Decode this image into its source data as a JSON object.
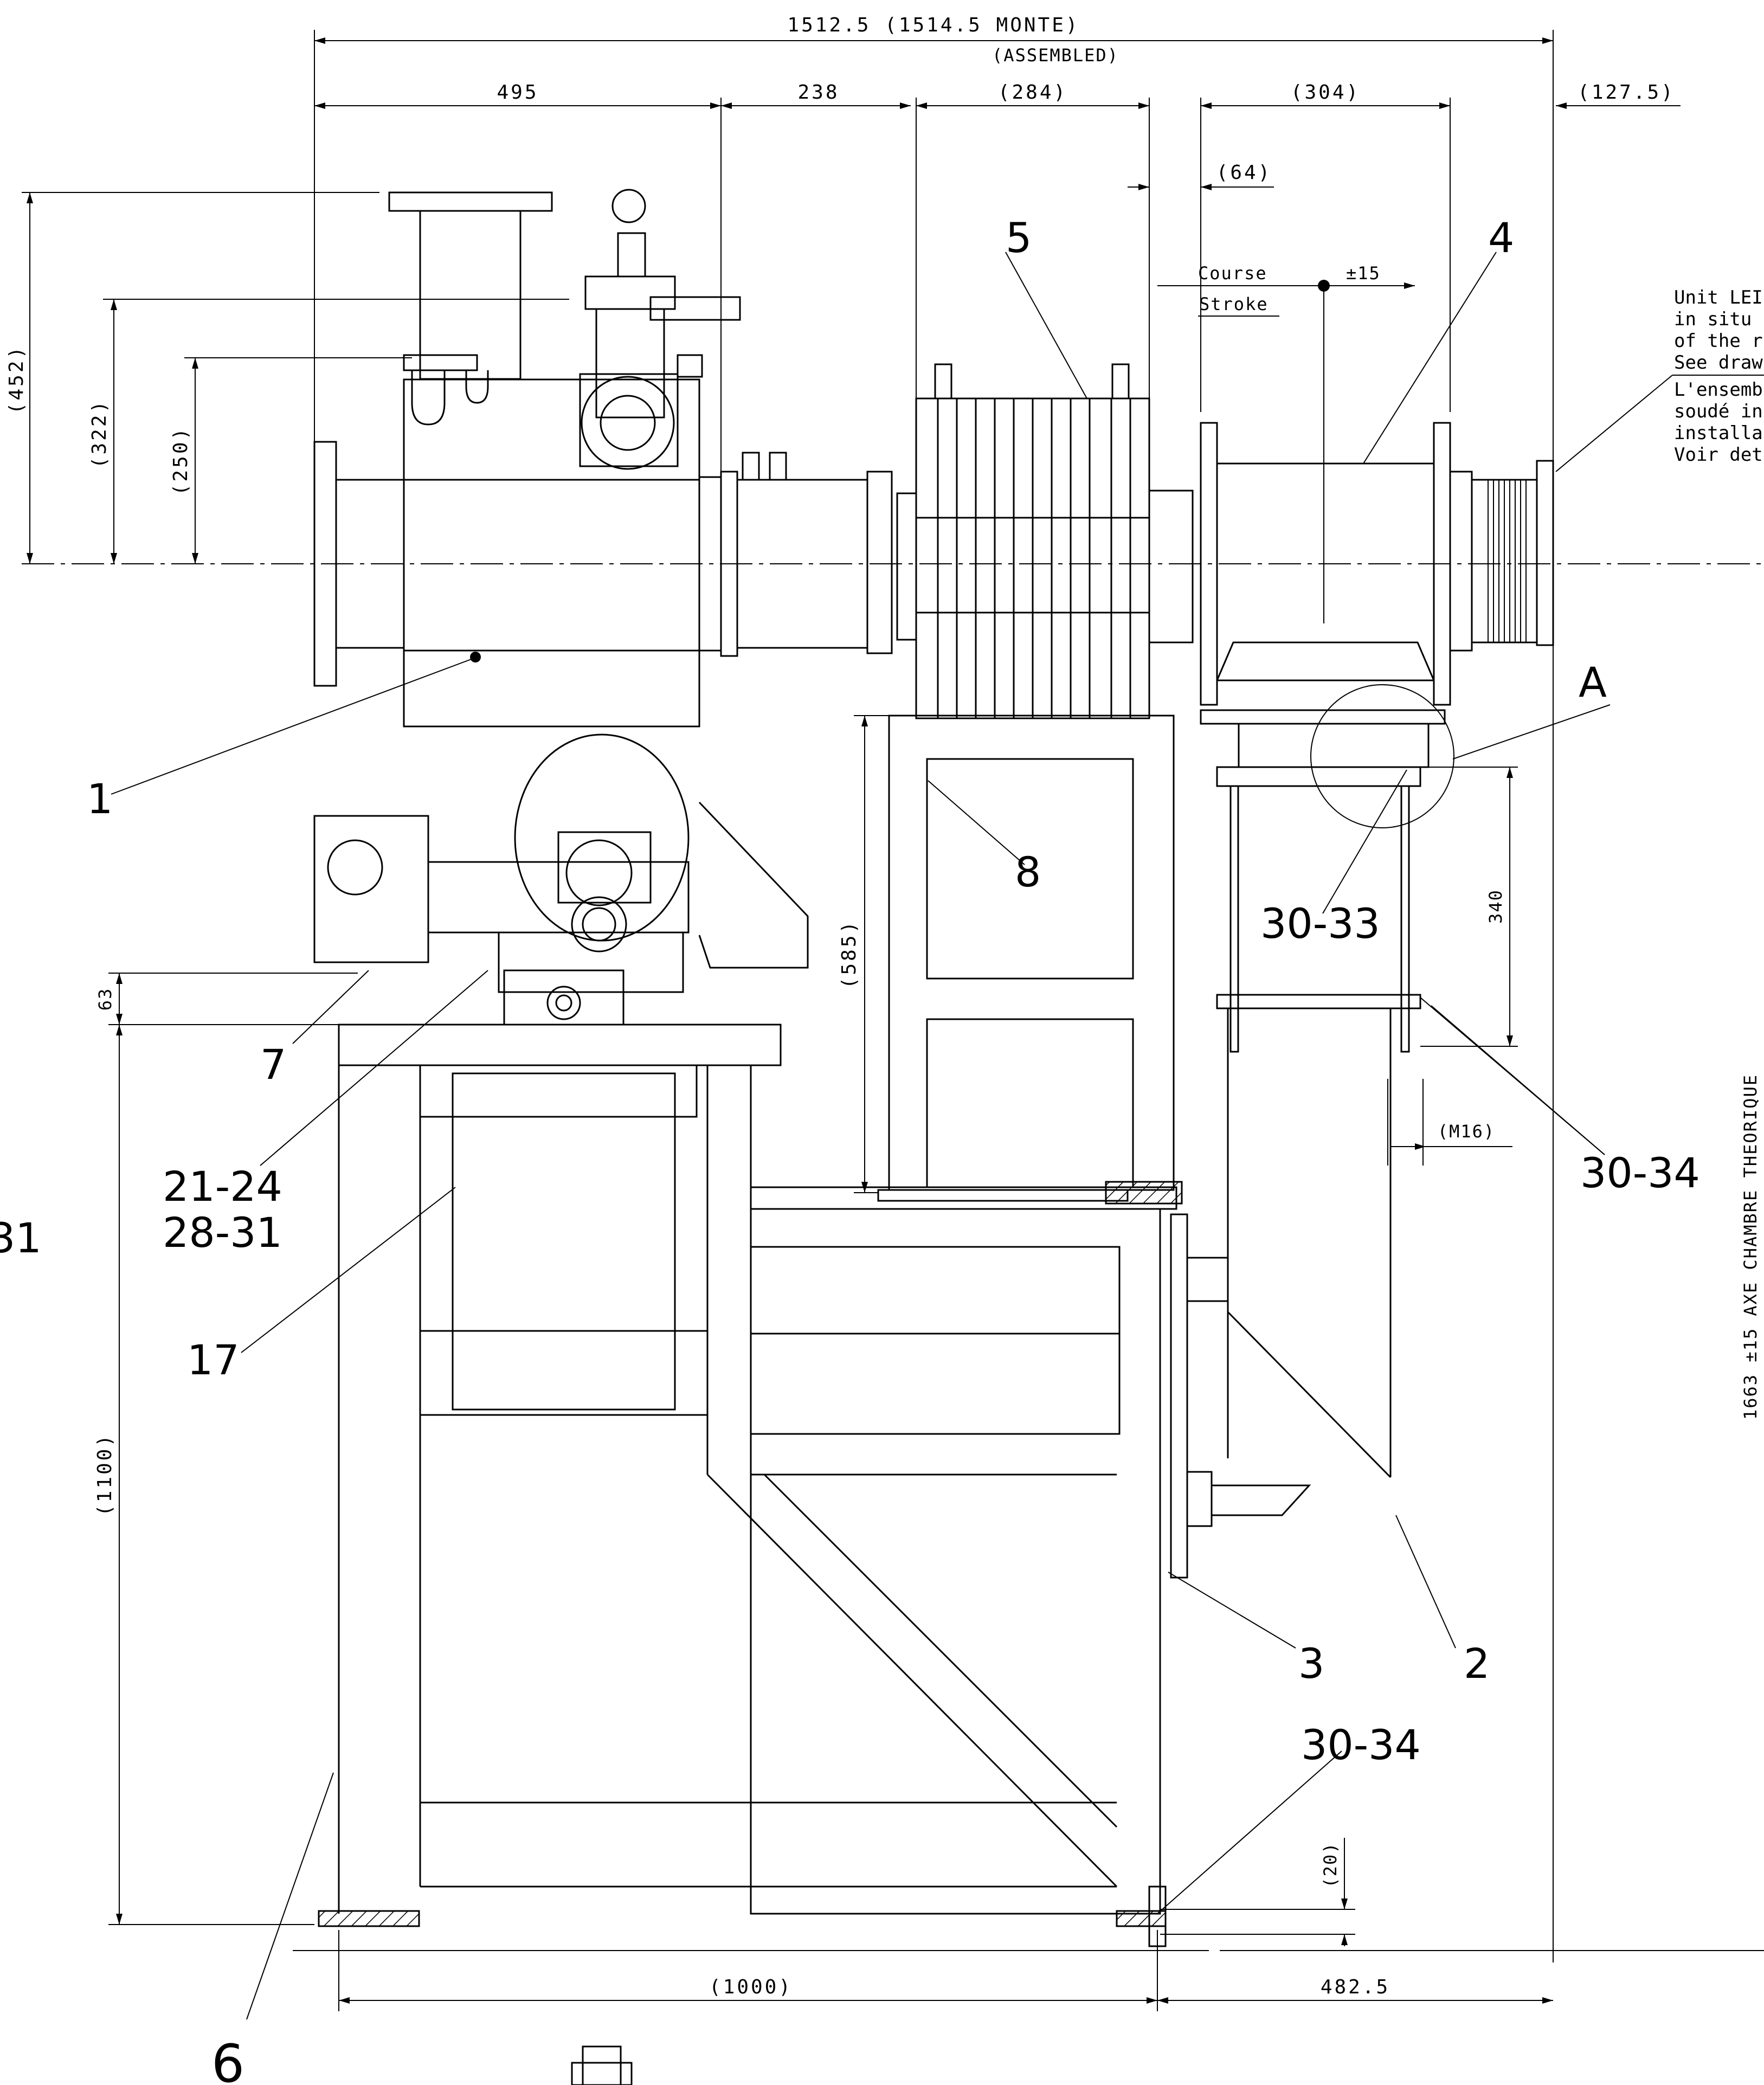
{
  "drawing": {
    "dimensions": {
      "overall": "1512.5 (1514.5 MONTE)",
      "overall_sub": "(ASSEMBLED)",
      "d495": "495",
      "d238": "238",
      "d284": "(284)",
      "d304": "(304)",
      "d127": "(127.5)",
      "d64": "(64)",
      "d452": "(452)",
      "d322": "(322)",
      "d250": "(250)",
      "d63": "63",
      "d1100": "(1100)",
      "d585": "(585)",
      "d340": "340",
      "dM16": "(M16)",
      "d20": "(20)",
      "d1000": "(1000)",
      "d482": "482.5",
      "axis_label": "1663 ±15  AXE CHAMBRE THEORIQUE"
    },
    "stroke": {
      "course": "Course",
      "stroke": "Stroke",
      "tol": "±15"
    },
    "note_lines": [
      "Unit LEI",
      "in situ",
      "of the r",
      "See draw",
      "L'ensemb",
      "soudé in",
      "installa",
      "Voir det"
    ],
    "items": {
      "i1": "1",
      "i2": "2",
      "i3": "3",
      "i4": "4",
      "i5": "5",
      "i6": "6",
      "i7": "7",
      "i8": "8",
      "i17": "17",
      "i21": "21-24",
      "i28": "28-31",
      "i3033": "30-33",
      "i3034a": "30-34",
      "i3034b": "30-34",
      "iA": "A",
      "i31edge": "31"
    }
  }
}
